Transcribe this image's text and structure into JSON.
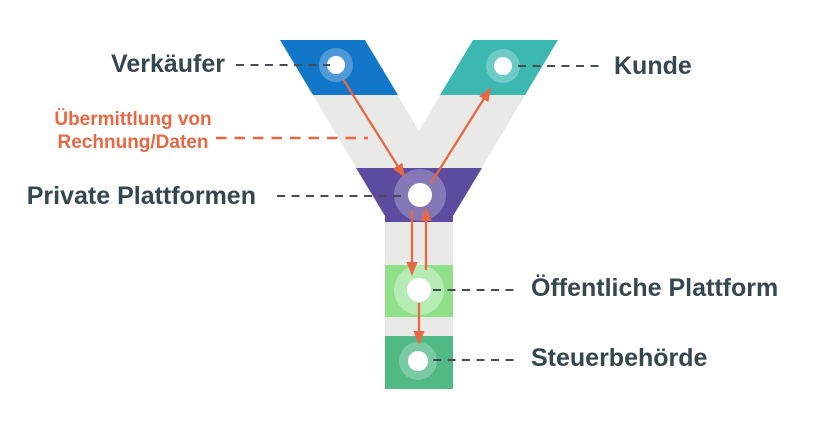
{
  "diagram": {
    "type": "flow-diagram",
    "shape": "Y-model",
    "nodes": [
      {
        "id": "seller",
        "label": "Verkäufer",
        "color": "#1377c9"
      },
      {
        "id": "customer",
        "label": "Kunde",
        "color": "#3cb8b0"
      },
      {
        "id": "private-platforms",
        "label": "Private Plattformen",
        "color": "#5c4b9f"
      },
      {
        "id": "public-platform",
        "label": "Öffentliche Plattform",
        "color": "#90e08a"
      },
      {
        "id": "tax-authority",
        "label": "Steuerbehörde",
        "color": "#50b984"
      }
    ],
    "flow_annotation": {
      "line1": "Übermittlung von",
      "line2": "Rechnung/Daten"
    },
    "flows": [
      {
        "from": "seller",
        "to": "private-platforms"
      },
      {
        "from": "private-platforms",
        "to": "customer"
      },
      {
        "from": "private-platforms",
        "to": "public-platform"
      },
      {
        "from": "public-platform",
        "to": "private-platforms"
      },
      {
        "from": "public-platform",
        "to": "tax-authority"
      }
    ],
    "colors": {
      "seller_blue": "#1377c9",
      "customer_teal": "#3cb8b0",
      "private_purple": "#5c4b9f",
      "public_green": "#90e08a",
      "tax_green": "#50b984",
      "y_gray": "#e9e9e7",
      "arrow_orange": "#e76843",
      "connector_dark": "#454e55",
      "label_color": "#36474f",
      "background": "#ffffff"
    }
  }
}
